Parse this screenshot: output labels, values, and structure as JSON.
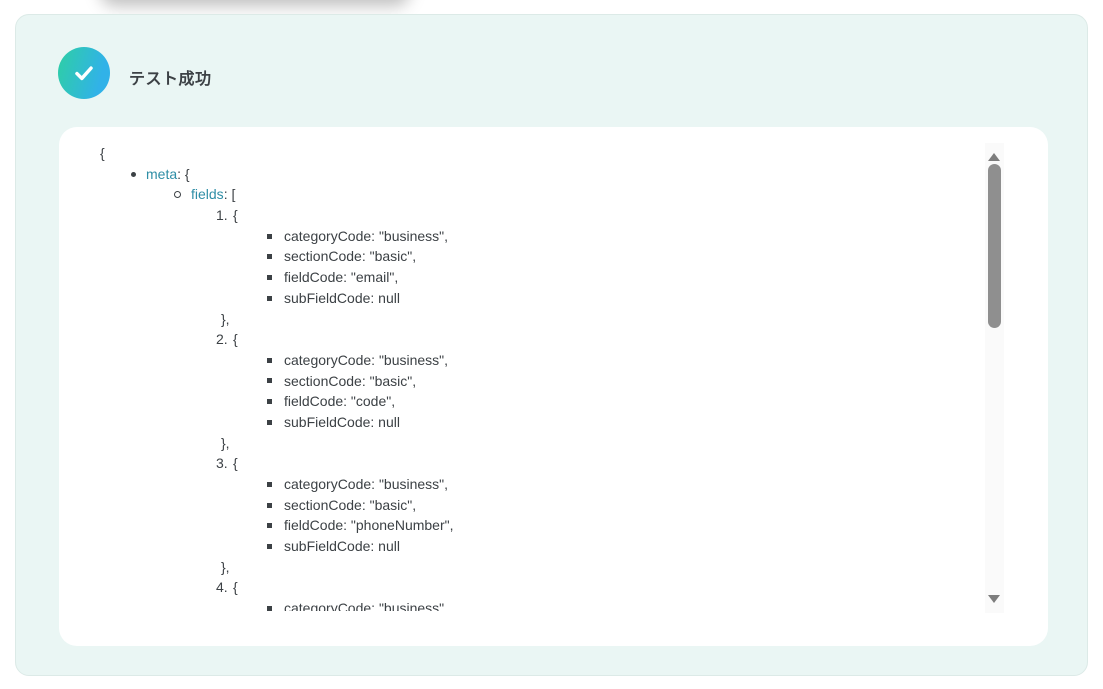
{
  "header": {
    "title": "テスト成功"
  },
  "colors": {
    "card_background": "#eaf6f4",
    "icon_gradient_start": "#2ecfa4",
    "icon_gradient_end": "#31b2e8",
    "key_link_color": "#2e8ea6",
    "text_color": "#3c4145",
    "scrollbar_thumb": "#8f8f8f"
  },
  "tree": {
    "root_open": "{",
    "meta_key": "meta",
    "meta_open": ": {",
    "fields_key": "fields",
    "fields_open": ": [",
    "items": [
      {
        "num": "1.",
        "open": "{",
        "close": "},",
        "lines": [
          "categoryCode: \"business\",",
          "sectionCode: \"basic\",",
          "fieldCode: \"email\",",
          "subFieldCode: null"
        ]
      },
      {
        "num": "2.",
        "open": "{",
        "close": "},",
        "lines": [
          "categoryCode: \"business\",",
          "sectionCode: \"basic\",",
          "fieldCode: \"code\",",
          "subFieldCode: null"
        ]
      },
      {
        "num": "3.",
        "open": "{",
        "close": "},",
        "lines": [
          "categoryCode: \"business\",",
          "sectionCode: \"basic\",",
          "fieldCode: \"phoneNumber\",",
          "subFieldCode: null"
        ]
      },
      {
        "num": "4.",
        "open": "{",
        "close": "",
        "lines": [
          "categoryCode: \"business\""
        ]
      }
    ]
  }
}
